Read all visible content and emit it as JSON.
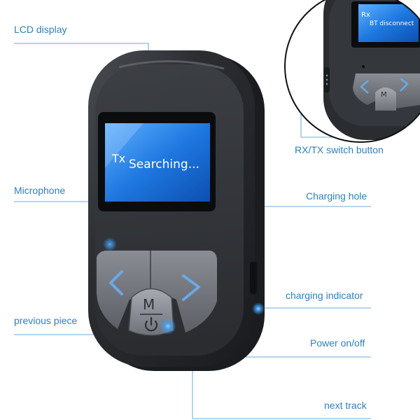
{
  "device": {
    "screen_line_mode": "Tx",
    "screen_line_status": "Searching...",
    "inset_screen_mode": "Rx",
    "inset_screen_status": "BT disconnect",
    "mode_key_label": "M"
  },
  "callouts": {
    "lcd_display": "LCD display",
    "rx_tx_switch": "RX/TX switch button",
    "microphone": "Microphone",
    "charging_hole": "Charging hole",
    "charging_indicator": "charging indicator",
    "previous_piece": "previous piece",
    "power_on_off": "Power on/off",
    "next_track": "next track"
  },
  "colors": {
    "accent": "#2f7fc0",
    "led": "#3aa0ff",
    "screen_blue": "#1e78e0",
    "body_dark": "#2a2c30"
  },
  "icons": [
    "chevron-left-icon",
    "chevron-right-icon",
    "power-icon"
  ]
}
